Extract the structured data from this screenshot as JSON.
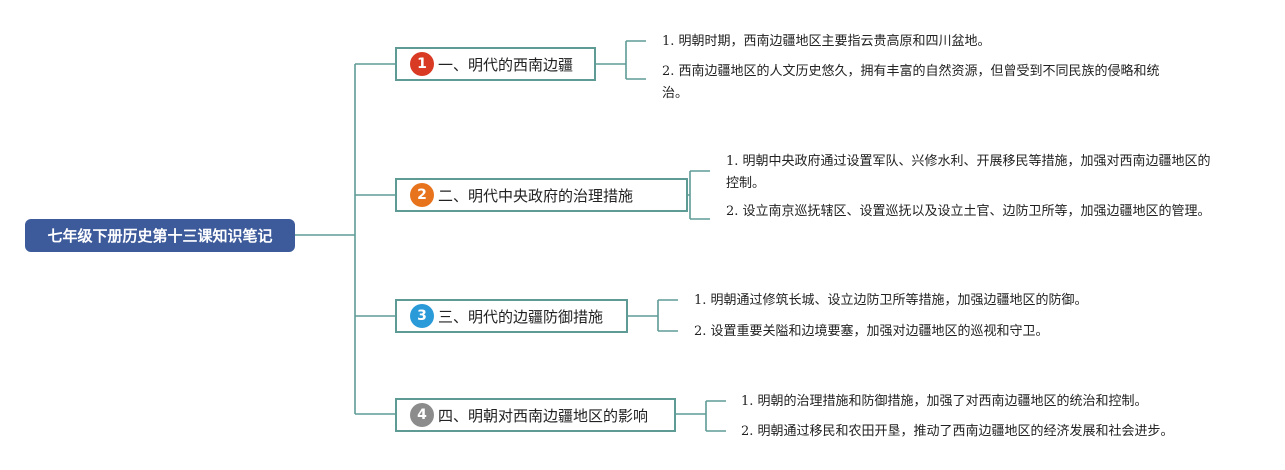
{
  "root": {
    "title": "七年级下册历史第十三课知识笔记"
  },
  "colors": {
    "root_bg": "#3d5a9b",
    "connector": "#5f9b95",
    "badge_red": "#d93a24",
    "badge_orange": "#e8731d",
    "badge_blue": "#2a9ad8",
    "badge_gray": "#8c8c8c"
  },
  "topics": [
    {
      "number": "1",
      "badge_color": "#d93a24",
      "label": "一、明代的西南边疆",
      "details": [
        "1. 明朝时期，西南边疆地区主要指云贵高原和四川盆地。",
        "2. 西南边疆地区的人文历史悠久，拥有丰富的自然资源，但曾受到不同民族的侵略和统治。"
      ]
    },
    {
      "number": "2",
      "badge_color": "#e8731d",
      "label": "二、明代中央政府的治理措施",
      "details": [
        "1. 明朝中央政府通过设置军队、兴修水利、开展移民等措施，加强对西南边疆地区的控制。",
        "2. 设立南京巡抚辖区、设置巡抚以及设立土官、边防卫所等，加强边疆地区的管理。"
      ]
    },
    {
      "number": "3",
      "badge_color": "#2a9ad8",
      "label": "三、明代的边疆防御措施",
      "details": [
        "1. 明朝通过修筑长城、设立边防卫所等措施，加强边疆地区的防御。",
        "2. 设置重要关隘和边境要塞，加强对边疆地区的巡视和守卫。"
      ]
    },
    {
      "number": "4",
      "badge_color": "#8c8c8c",
      "label": "四、明朝对西南边疆地区的影响",
      "details": [
        "1. 明朝的治理措施和防御措施，加强了对西南边疆地区的统治和控制。",
        "2. 明朝通过移民和农田开垦，推动了西南边疆地区的经济发展和社会进步。"
      ]
    }
  ]
}
